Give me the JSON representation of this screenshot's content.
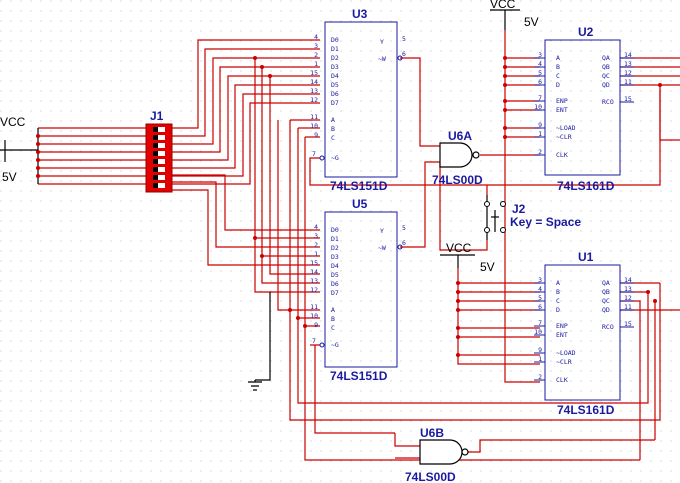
{
  "components": {
    "u3": {
      "ref": "U3",
      "part": "74LS151D",
      "inputs": [
        "D0",
        "D1",
        "D2",
        "D3",
        "D4",
        "D5",
        "D6",
        "D7"
      ],
      "input_pins": [
        "4",
        "3",
        "2",
        "1",
        "15",
        "14",
        "13",
        "12"
      ],
      "select": [
        "A",
        "B",
        "C"
      ],
      "select_pins": [
        "11",
        "10",
        "9"
      ],
      "strobe": "~G",
      "strobe_pin": "7",
      "outputs": [
        "Y",
        "~W"
      ],
      "output_pins": [
        "5",
        "6"
      ]
    },
    "u5": {
      "ref": "U5",
      "part": "74LS151D",
      "inputs": [
        "D0",
        "D1",
        "D2",
        "D3",
        "D4",
        "D5",
        "D6",
        "D7"
      ],
      "input_pins": [
        "4",
        "3",
        "2",
        "1",
        "15",
        "14",
        "13",
        "12"
      ],
      "select": [
        "A",
        "B",
        "C"
      ],
      "select_pins": [
        "11",
        "10",
        "9"
      ],
      "strobe": "~G",
      "strobe_pin": "7",
      "outputs": [
        "Y",
        "~W"
      ],
      "output_pins": [
        "5",
        "6"
      ]
    },
    "u2": {
      "ref": "U2",
      "part": "74LS161D",
      "inputs": [
        "A",
        "B",
        "C",
        "D",
        "ENP",
        "ENT",
        "~LOAD",
        "~CLR",
        "CLK"
      ],
      "input_pins": [
        "3",
        "4",
        "5",
        "6",
        "7",
        "10",
        "9",
        "1",
        "2"
      ],
      "outputs": [
        "QA",
        "QB",
        "QC",
        "QD",
        "RCO"
      ],
      "output_pins": [
        "14",
        "13",
        "12",
        "11",
        "15"
      ]
    },
    "u1": {
      "ref": "U1",
      "part": "74LS161D",
      "inputs": [
        "A",
        "B",
        "C",
        "D",
        "ENP",
        "ENT",
        "~LOAD",
        "~CLR",
        "CLK"
      ],
      "input_pins": [
        "3",
        "4",
        "5",
        "6",
        "7",
        "10",
        "9",
        "1",
        "2"
      ],
      "outputs": [
        "QA",
        "QB",
        "QC",
        "QD",
        "RCO"
      ],
      "output_pins": [
        "14",
        "13",
        "12",
        "11",
        "15"
      ]
    },
    "u6a": {
      "ref": "U6A",
      "part": "74LS00D"
    },
    "u6b": {
      "ref": "U6B",
      "part": "74LS00D"
    },
    "j1": {
      "ref": "J1"
    },
    "j2": {
      "ref": "J2",
      "key": "Key = Space"
    },
    "vcc1": {
      "name": "VCC",
      "volt": "5V"
    },
    "vcc2": {
      "name": "VCC",
      "volt": "5V"
    },
    "vcc3": {
      "name": "VCC",
      "volt": "5V"
    }
  },
  "colors": {
    "wire": "#cc0000",
    "ic": "#1a1aa0",
    "switch": "#e00000",
    "grid": "#bfbfbf"
  }
}
